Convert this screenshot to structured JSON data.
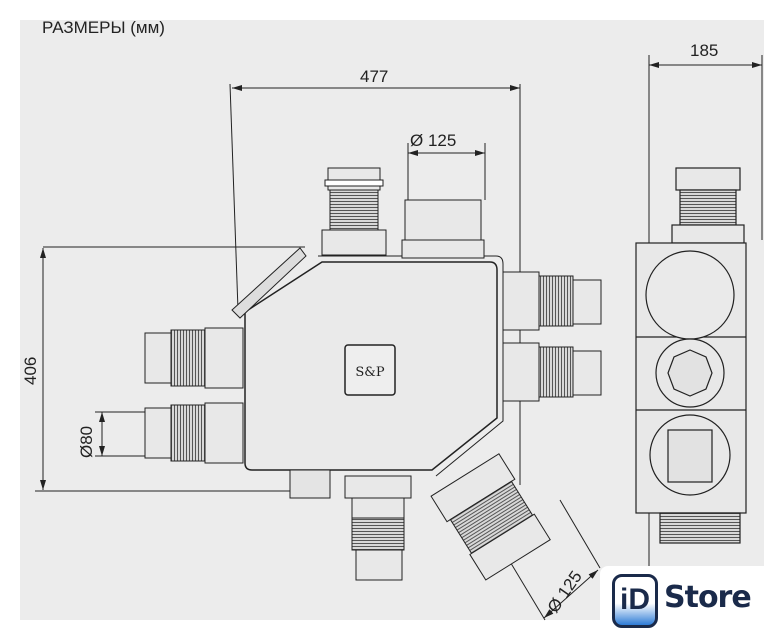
{
  "title": "РАЗМЕРЫ (мм)",
  "dimensions": {
    "width_front": "477",
    "top_duct_diameter": "Ø 125",
    "height": "406",
    "side_duct_diameter": "Ø80",
    "diagonal_duct_diameter": "Ø 125",
    "depth_side": "185"
  },
  "body_logo": "S&P",
  "watermark": {
    "badge": "iD",
    "word": "Store"
  },
  "colors": {
    "background": "#ececec",
    "line": "#222222",
    "brand": "#1a2a4a",
    "accent": "#2d7bd6"
  }
}
